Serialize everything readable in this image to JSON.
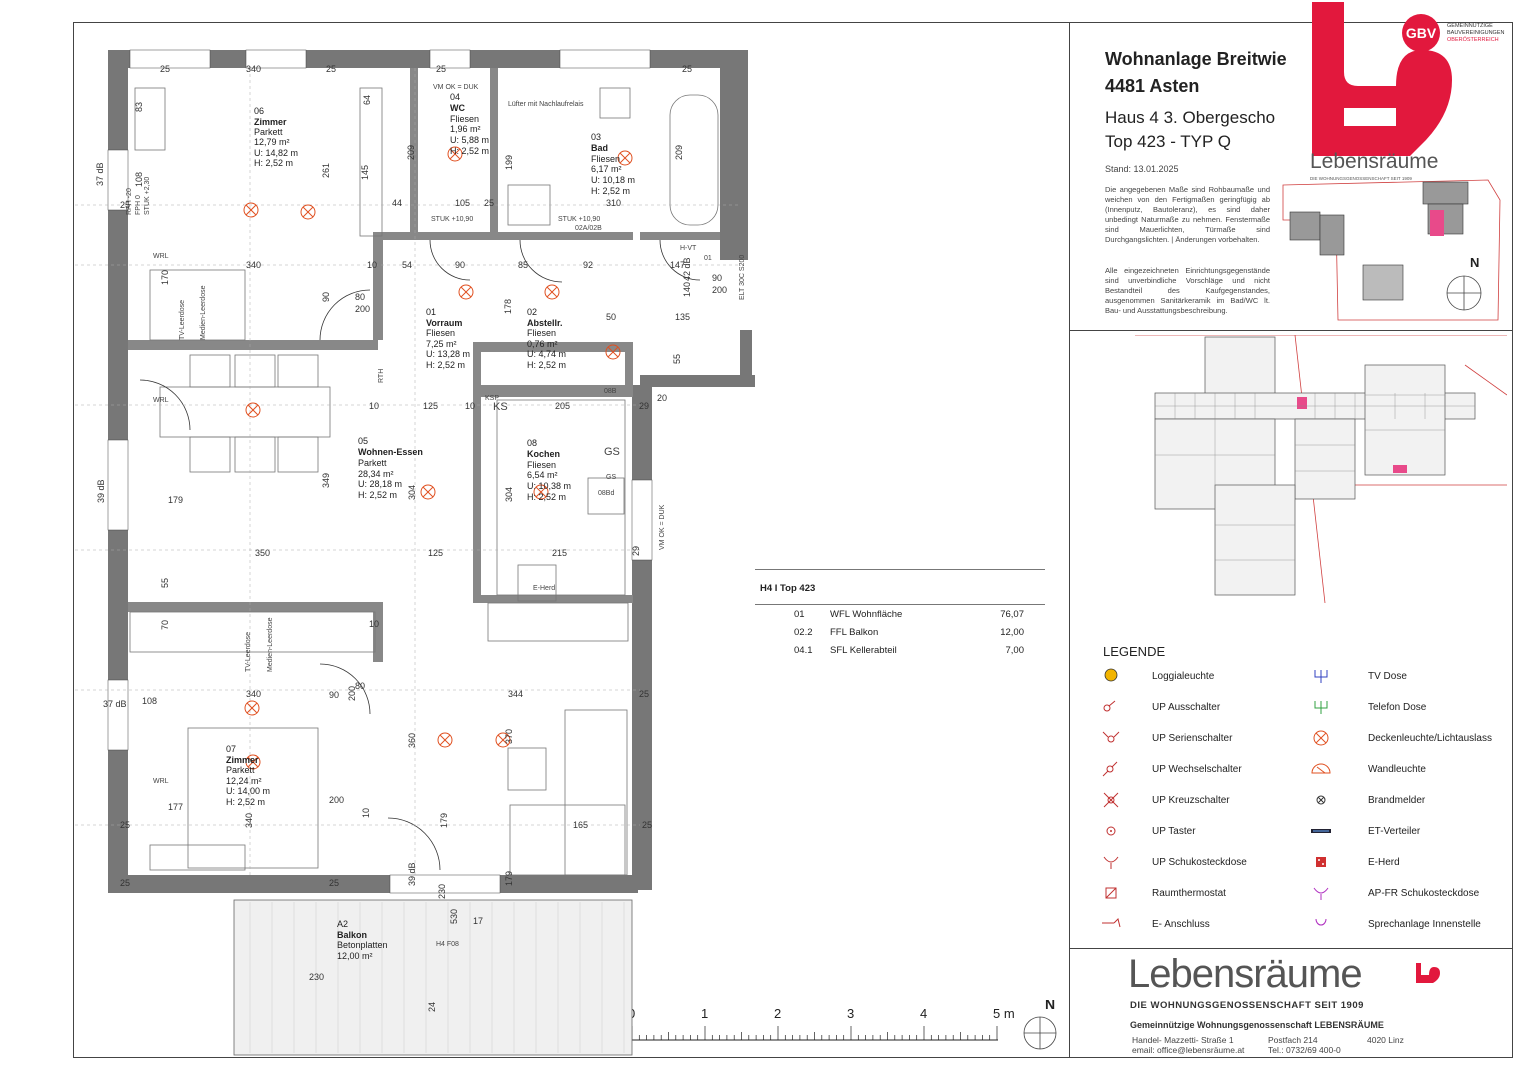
{
  "header": {
    "project_line1": "Wohnanlage Breitwie",
    "project_line2": "4481 Asten",
    "unit_line1": "Haus 4 3. Obergescho",
    "unit_line2": "Top 423 - TYP Q",
    "date": "Stand: 13.01.2025",
    "disclaimer1": "Die angegebenen Maße sind Rohbaumaße und weichen von den Fertigmaßen geringfügig ab (Innenputz, Bautoleranz), es sind daher unbedingt Naturmaße zu nehmen. Fenstermaße sind Mauerlichten, Türmaße sind Durchgangslichten. | Änderungen vorbehalten.",
    "disclaimer2": "Alle eingezeichneten Einrichtungsgegenstände sind unverbindliche Vorschläge und nicht Bestandteil des Kaufgegenstandes, ausgenommen Sanitärkeramik im Bad/WC lt. Bau- und Ausstattungsbeschreibung."
  },
  "brand": {
    "badge_top": "GEMEINNÜTZIGE",
    "badge_mid": "BAUVEREINIGUNGEN",
    "badge_bot": "OBERÖSTERREICH",
    "badge_letters": "GBV",
    "top_logo_word": "Lebensräume",
    "top_logo_tag": "DIE WOHNUNGSGENOSSENSCHAFT SEIT 1909",
    "big_logo_word": "Lebensräume",
    "big_logo_tag": "DIE WOHNUNGSGENOSSENSCHAFT SEIT 1909",
    "company": "Gemeinnützige Wohnungsgenossenschaft LEBENSRÄUME",
    "street": "Handel- Mazzetti- Straße 1",
    "postbox": "Postfach 214",
    "city": "4020 Linz",
    "email": "email: office@lebensräume.at",
    "phone": "Tel.: 0732/69 400-0",
    "colors": {
      "brand_red": "#e2183d",
      "highlight_pink": "#e84a8a",
      "site_red": "#d04040"
    }
  },
  "north": "N",
  "areas": {
    "heading": "H4 I Top 423",
    "rows": [
      {
        "code": "01",
        "label": "WFL Wohnfläche",
        "value": "76,07"
      },
      {
        "code": "02.2",
        "label": "FFL Balkon",
        "value": "12,00"
      },
      {
        "code": "04.1",
        "label": "SFL Kellerabteil",
        "value": "7,00"
      }
    ]
  },
  "legend": {
    "title": "LEGENDE",
    "left": [
      {
        "icon": "loggia-light-icon",
        "label": "Loggialeuchte"
      },
      {
        "icon": "switch-icon",
        "label": "UP Ausschalter"
      },
      {
        "icon": "series-switch-icon",
        "label": "UP Serienschalter"
      },
      {
        "icon": "two-way-switch-icon",
        "label": "UP Wechselschalter"
      },
      {
        "icon": "cross-switch-icon",
        "label": "UP Kreuzschalter"
      },
      {
        "icon": "push-button-icon",
        "label": "UP Taster"
      },
      {
        "icon": "socket-icon",
        "label": "UP Schukosteckdose"
      },
      {
        "icon": "thermostat-icon",
        "label": "Raumthermostat"
      },
      {
        "icon": "e-connection-icon",
        "label": "E- Anschluss"
      }
    ],
    "right": [
      {
        "icon": "tv-socket-icon",
        "label": "TV Dose"
      },
      {
        "icon": "phone-socket-icon",
        "label": "Telefon Dose"
      },
      {
        "icon": "ceiling-light-icon",
        "label": "Deckenleuchte/Lichtauslass"
      },
      {
        "icon": "wall-light-icon",
        "label": "Wandleuchte"
      },
      {
        "icon": "smoke-detector-icon",
        "label": "Brandmelder"
      },
      {
        "icon": "distribution-board-icon",
        "label": "ET-Verteiler"
      },
      {
        "icon": "e-stove-icon",
        "label": "E-Herd"
      },
      {
        "icon": "surface-socket-icon",
        "label": "AP-FR Schukosteckdose"
      },
      {
        "icon": "intercom-icon",
        "label": "Sprechanlage Innenstelle"
      }
    ]
  },
  "scale": {
    "ticks": [
      "0",
      "1",
      "2",
      "3",
      "4",
      "5 m"
    ]
  },
  "rooms": {
    "zimmer06": {
      "num": "06",
      "name": "Zimmer",
      "floor": "Parkett",
      "area": "12,79 m²",
      "perim": "U: 14,82 m",
      "height": "H: 2,52 m"
    },
    "wc": {
      "num": "04",
      "name": "WC",
      "floor": "Fliesen",
      "area": "1,96 m²",
      "perim": "U: 5,88 m",
      "height": "H: 2,52 m"
    },
    "bad": {
      "num": "03",
      "name": "Bad",
      "floor": "Fliesen",
      "area": "6,17 m²",
      "perim": "U: 10,18 m",
      "height": "H: 2,52 m"
    },
    "vorraum": {
      "num": "01",
      "name": "Vorraum",
      "floor": "Fliesen",
      "area": "7,25 m²",
      "perim": "U: 13,28 m",
      "height": "H: 2,52 m"
    },
    "abstell": {
      "num": "02",
      "name": "Abstellr.",
      "floor": "Fliesen",
      "area": "0,76 m²",
      "perim": "U: 4,74 m",
      "height": "H: 2,52 m"
    },
    "wohnen": {
      "num": "05",
      "name": "Wohnen-Essen",
      "floor": "Parkett",
      "area": "28,34 m²",
      "perim": "U: 28,18 m",
      "height": "H: 2,52 m"
    },
    "kochen": {
      "num": "08",
      "name": "Kochen",
      "floor": "Fliesen",
      "area": "6,54 m²",
      "perim": "U: 10,38 m",
      "height": "H: 2,52 m"
    },
    "zimmer07": {
      "num": "07",
      "name": "Zimmer",
      "floor": "Parkett",
      "area": "12,24 m²",
      "perim": "U: 14,00 m",
      "height": "H: 2,52 m"
    },
    "balkon": {
      "num": "A2",
      "name": "Balkon",
      "floor": "Betonplatten",
      "area": "12,00 m²"
    }
  },
  "plan_labels": {
    "dims": [
      "25",
      "340",
      "25",
      "25",
      "105",
      "25",
      "310",
      "25",
      "83",
      "64",
      "261",
      "209",
      "199",
      "209",
      "145",
      "108",
      "37 dB",
      "44",
      "340",
      "25",
      "10",
      "54",
      "90",
      "85",
      "92",
      "147",
      "178",
      "170",
      "90",
      "80",
      "200",
      "50",
      "135",
      "140",
      "42 dB",
      "90",
      "200",
      "10",
      "125",
      "10",
      "205",
      "20",
      "29",
      "349",
      "304",
      "304",
      "39 dB",
      "179",
      "350",
      "125",
      "215",
      "29",
      "55",
      "70",
      "10",
      "340",
      "344",
      "25",
      "108",
      "37 dB",
      "90",
      "80",
      "200",
      "360",
      "370",
      "177",
      "200",
      "10",
      "340",
      "179",
      "165",
      "25",
      "25",
      "25",
      "25",
      "39 dB",
      "179",
      "230",
      "530",
      "230",
      "24",
      "17",
      "55"
    ],
    "notes": [
      "VM OK = DUK",
      "Lüfter mit Nachlaufrelais",
      "STUK +10,90",
      "STUK +10,90",
      "02A/02B",
      "H-VT",
      "01",
      "ELT 30C S200",
      "WRL",
      "WRL",
      "WRL",
      "TV-Leerdose",
      "Medien-Leerdose",
      "TV-Leerdose",
      "Medien-Leerdose",
      "RPH -20",
      "FPH 0",
      "STUK +2,30",
      "KS",
      "GS",
      "GS",
      "08Bd",
      "E-Herd",
      "VM OK = DUK",
      "RTH",
      "H4 F08",
      "KSP",
      "08B"
    ]
  }
}
